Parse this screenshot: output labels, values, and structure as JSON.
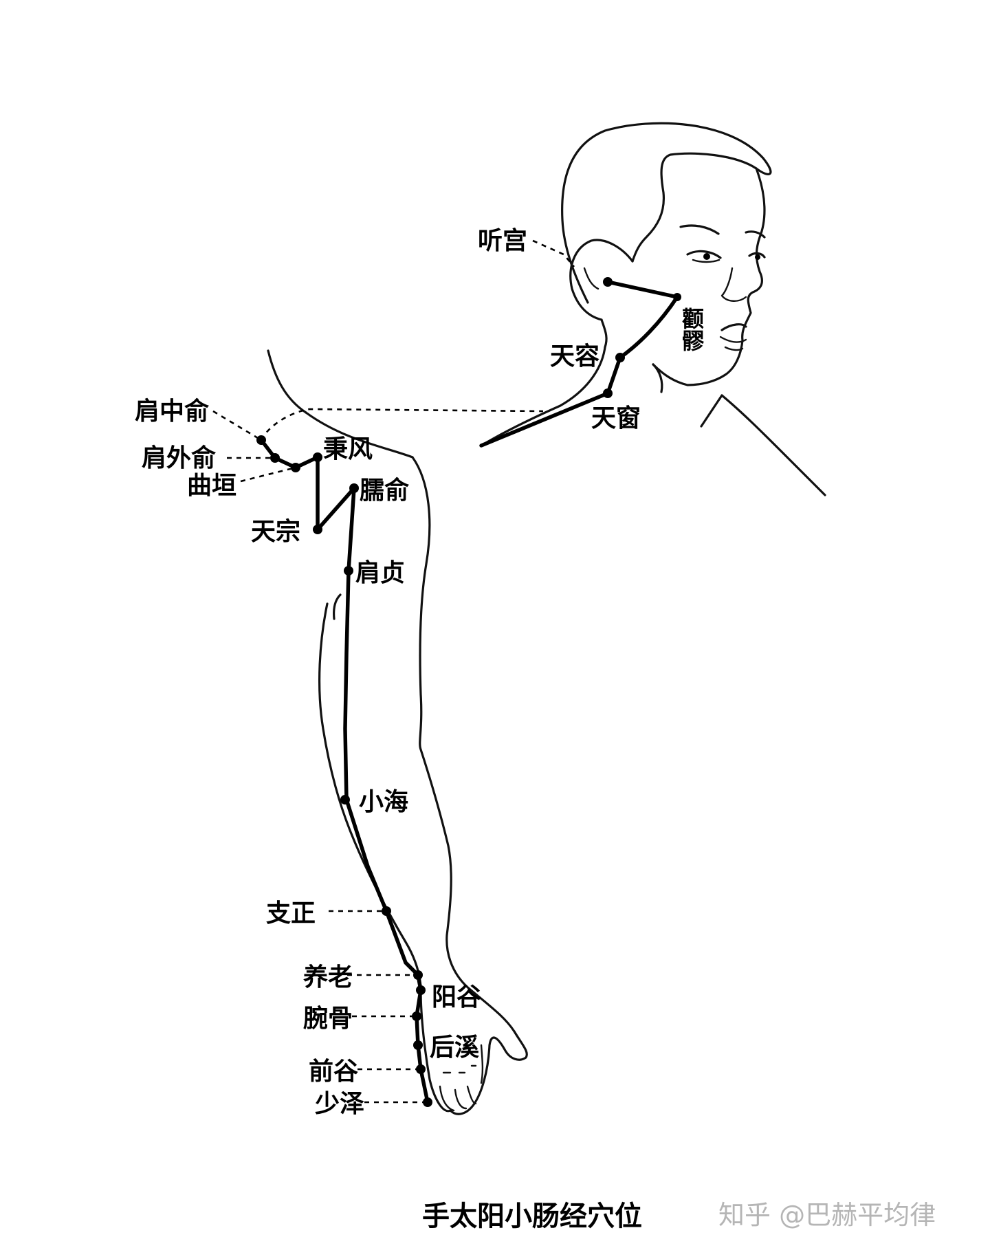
{
  "title": "手太阳小肠经穴位",
  "watermark": "知乎 @巴赫平均律",
  "colors": {
    "ink": "#000000",
    "watermark": "#b5b5b5",
    "background": "#ffffff"
  },
  "acupoints": [
    {
      "id": "tinggong",
      "label": "听宫"
    },
    {
      "id": "quanliao",
      "label": "颧髎"
    },
    {
      "id": "tianrong",
      "label": "天容"
    },
    {
      "id": "tianchuang",
      "label": "天窗"
    },
    {
      "id": "jianzhongshu",
      "label": "肩中俞"
    },
    {
      "id": "jianwaishu",
      "label": "肩外俞"
    },
    {
      "id": "quyuan",
      "label": "曲垣"
    },
    {
      "id": "bingfeng",
      "label": "秉风"
    },
    {
      "id": "naoshu",
      "label": "臑俞"
    },
    {
      "id": "tianzong",
      "label": "天宗"
    },
    {
      "id": "jianzhen",
      "label": "肩贞"
    },
    {
      "id": "xiaohai",
      "label": "小海"
    },
    {
      "id": "zhizheng",
      "label": "支正"
    },
    {
      "id": "yanglao",
      "label": "养老"
    },
    {
      "id": "yanggu",
      "label": "阳谷"
    },
    {
      "id": "wangu",
      "label": "腕骨"
    },
    {
      "id": "houxi",
      "label": "后溪"
    },
    {
      "id": "qiangu",
      "label": "前谷"
    },
    {
      "id": "shaoze",
      "label": "少泽"
    }
  ]
}
